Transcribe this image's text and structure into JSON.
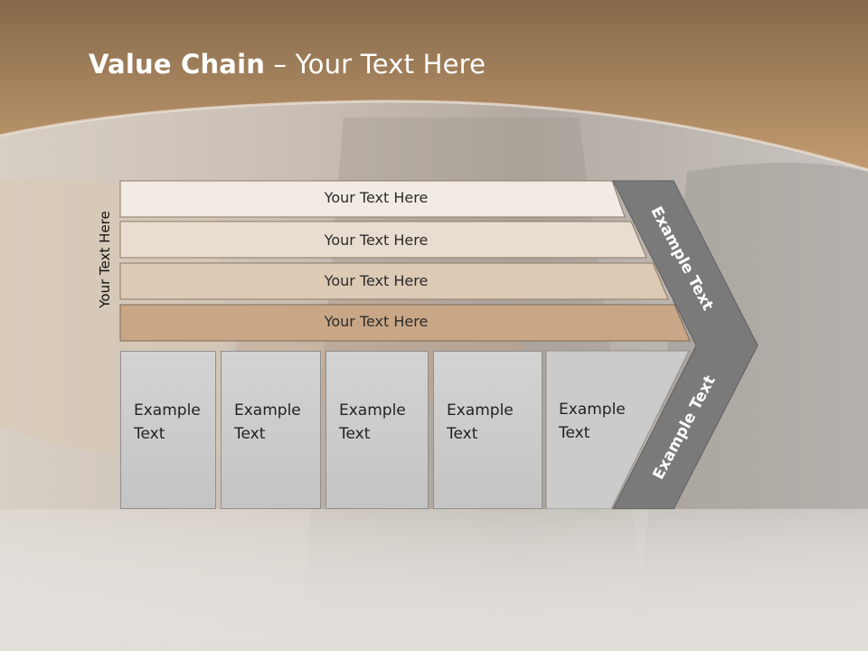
{
  "title": {
    "bold": "Value Chain",
    "rest": " – Your Text Here"
  },
  "side_label": "Your Text Here",
  "bands": [
    {
      "label": "Your Text Here",
      "color": "#f2ebe3"
    },
    {
      "label": "Your Text Here",
      "color": "#e8ddd0"
    },
    {
      "label": "Your Text Here",
      "color": "#ddcab5"
    },
    {
      "label": "Your Text Here",
      "color": "#c9a786"
    }
  ],
  "boxes": [
    {
      "label": "Example\nText"
    },
    {
      "label": "Example\nText"
    },
    {
      "label": "Example\nText"
    },
    {
      "label": "Example\nText"
    },
    {
      "label": "Example\nText"
    }
  ],
  "chevron": {
    "upper_label": "Example Text",
    "lower_label": "Example Text",
    "color": "#7a7a7a"
  },
  "colors": {
    "header_brown": "#a47f58",
    "text_dark": "#222222"
  }
}
